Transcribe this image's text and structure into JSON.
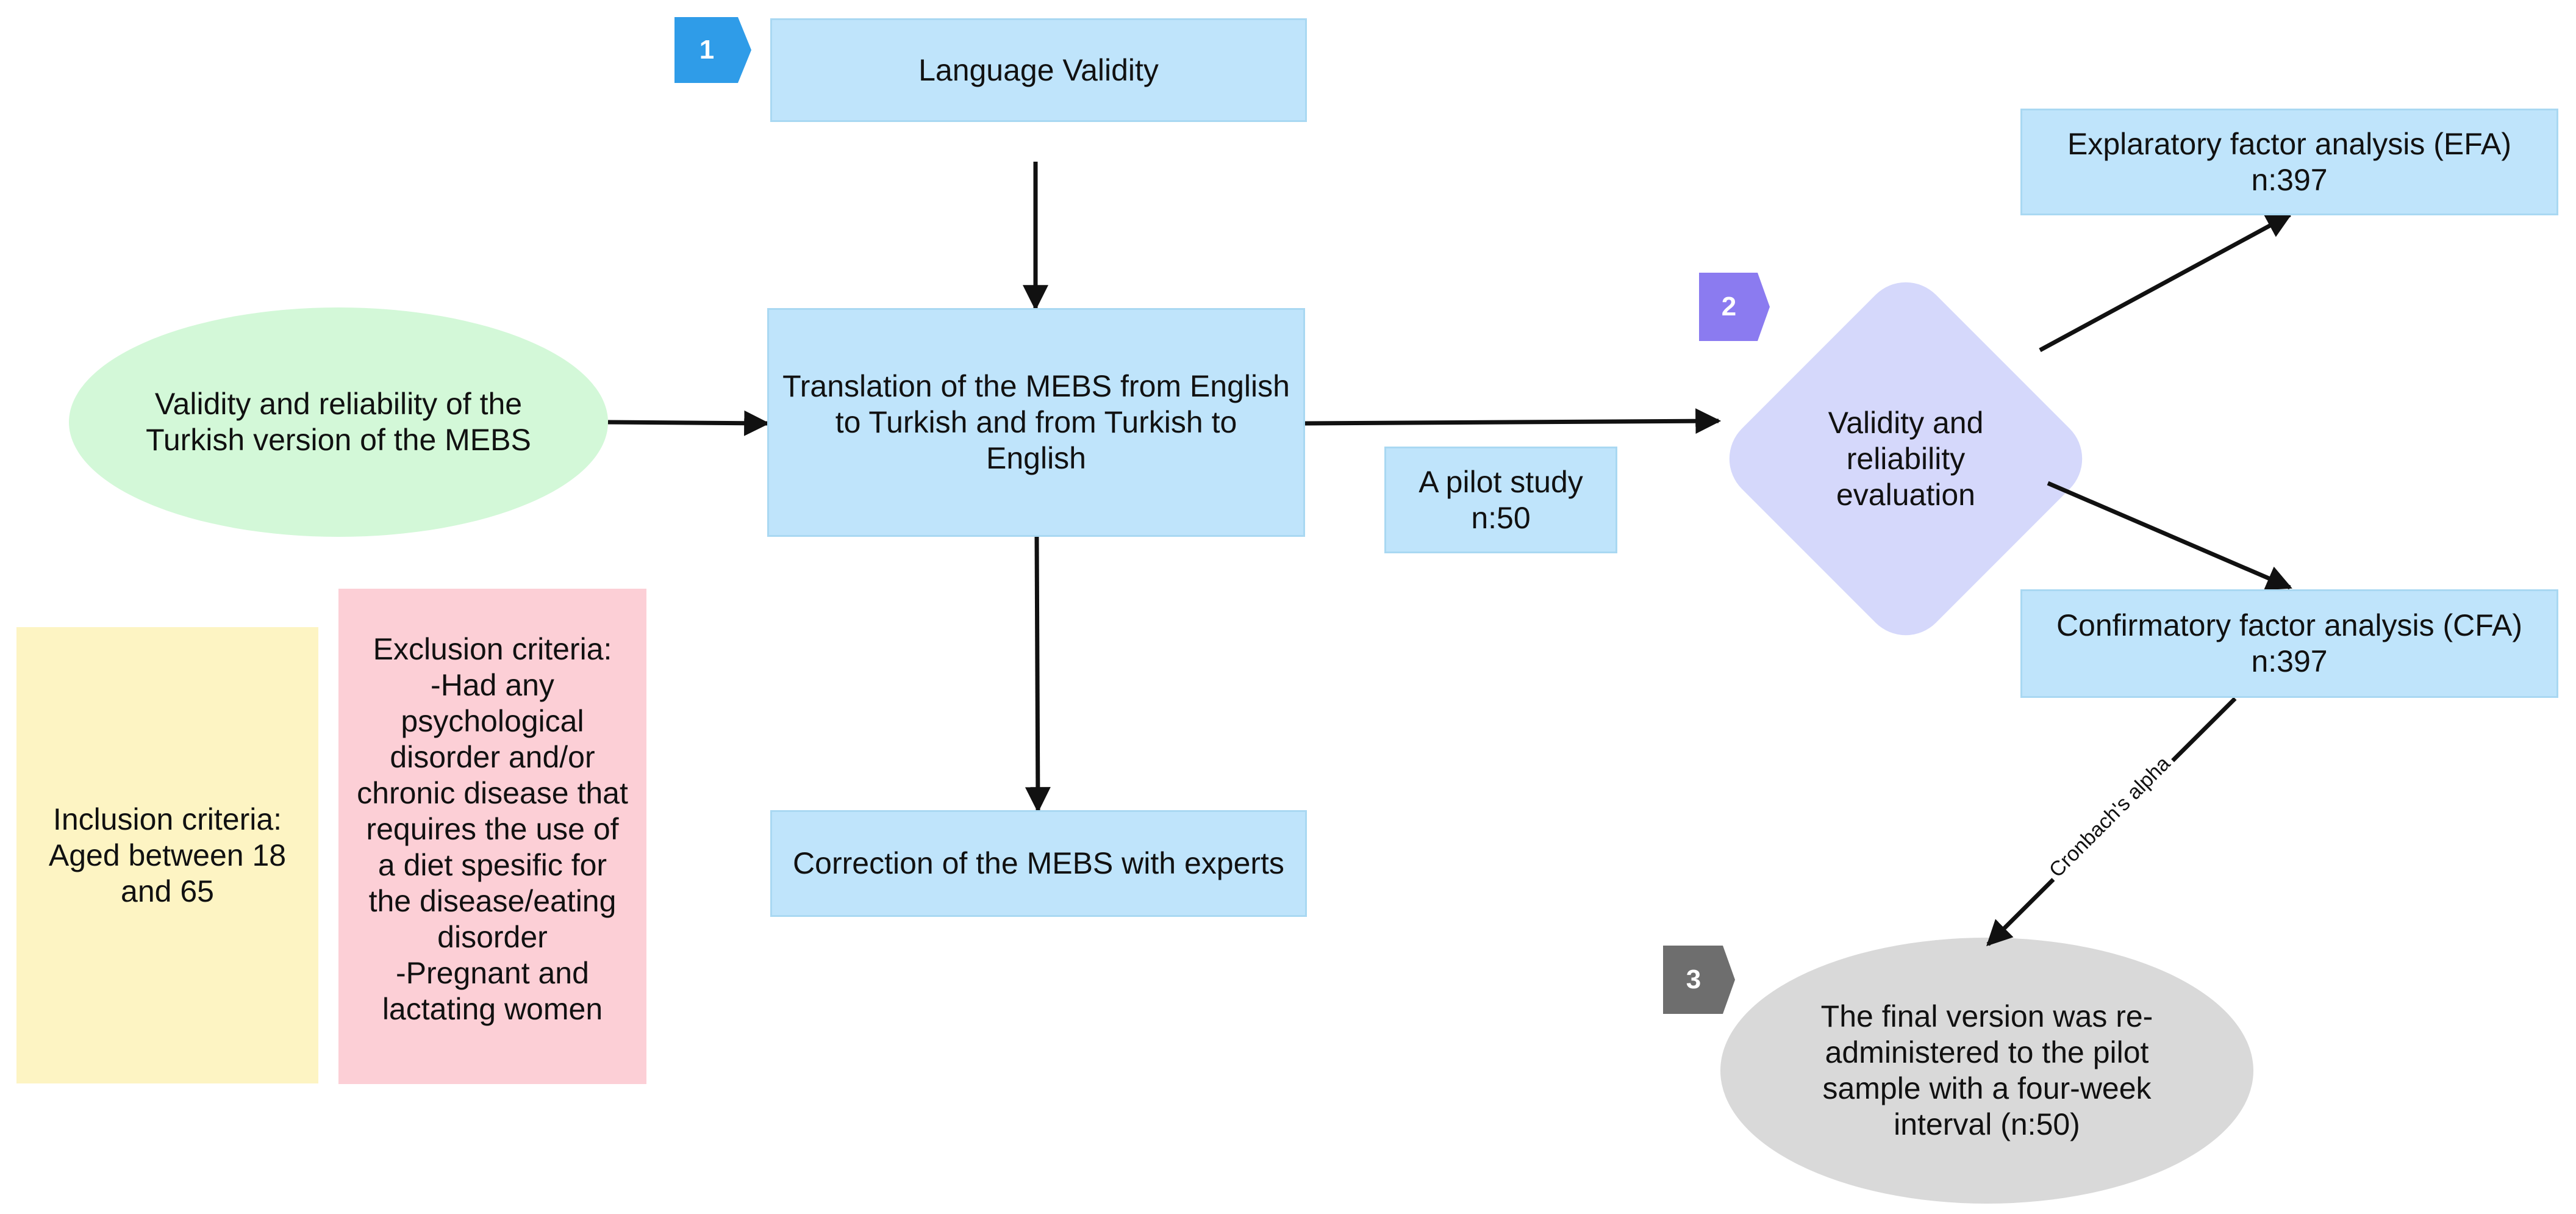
{
  "colors": {
    "blue_box": "#bfe4fb",
    "blue_border": "#a9d8f2",
    "green_ellipse": "#d3f8d8",
    "yellow_box": "#fdf4c3",
    "pink_box": "#fccfd6",
    "diamond": "#d5d8fb",
    "gray_ellipse": "#d9d9d9",
    "badge_1": "#2f9ce8",
    "badge_2": "#8b7bf0",
    "badge_3": "#6e6e6e",
    "arrow": "#111111"
  },
  "badges": {
    "b1": "1",
    "b2": "2",
    "b3": "3"
  },
  "nodes": {
    "language_validity": "Language Validity",
    "translation": "Translation of the MEBS from English\nto Turkish and from Turkish to\nEnglish",
    "correction": "Correction of the MEBS with experts",
    "validity_reliability_turkish": "Validity and reliability of the\nTurkish version of the MEBS",
    "inclusion": "Inclusion criteria:\nAged between 18\nand 65",
    "exclusion": "Exclusion criteria:\n-Had any\npsychological\ndisorder and/or\nchronic disease that\nrequires the use of\na diet spesific for\nthe disease/eating\ndisorder\n-Pregnant and\nlactating women",
    "pilot_study": "A pilot study\nn:50",
    "evaluation": "Validity and\nreliability\nevaluation",
    "efa": "Explaratory factor analysis (EFA)\nn:397",
    "cfa": "Confirmatory factor analysis (CFA)\nn:397",
    "final_version": "The final version was re-\nadministered to the pilot\nsample with a four-week\ninterval (n:50)"
  },
  "edge_labels": {
    "cronbach": "Cronbach's alpha"
  }
}
